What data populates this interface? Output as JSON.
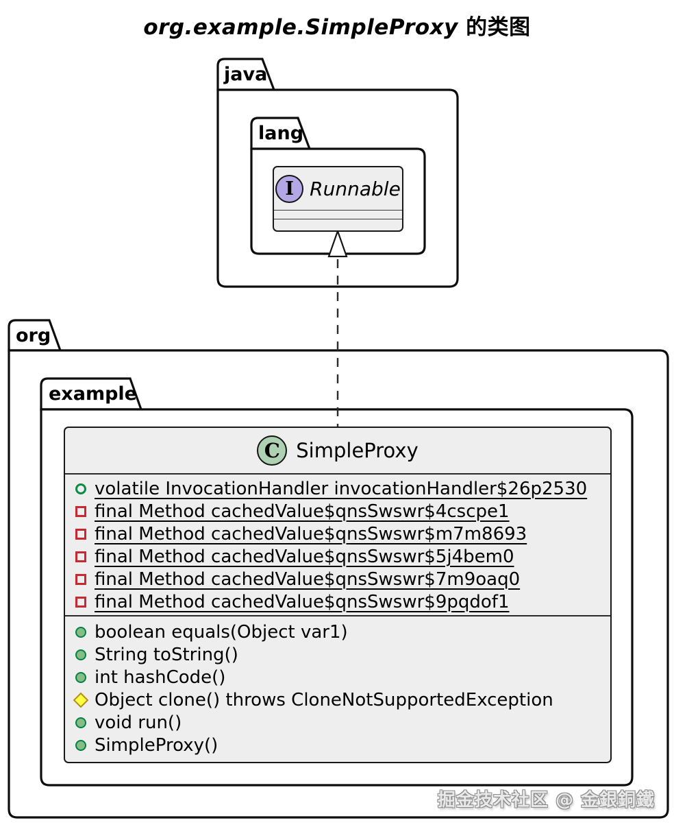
{
  "title": {
    "latin": "org.example.SimpleProxy",
    "suffix": " 的类图"
  },
  "packages": {
    "java": "java",
    "lang": "lang",
    "org": "org",
    "example": "example"
  },
  "interface": {
    "stereotype_letter": "I",
    "stereotype": "interface",
    "name": "Runnable",
    "fields": [],
    "methods": []
  },
  "clazz": {
    "stereotype_letter": "C",
    "stereotype": "class",
    "name": "SimpleProxy",
    "fields": [
      {
        "visibility": "public",
        "modifier": "static",
        "text": "volatile InvocationHandler invocationHandler$26p2530"
      },
      {
        "visibility": "private",
        "modifier": "static",
        "text": "final Method cachedValue$qnsSwswr$4cscpe1"
      },
      {
        "visibility": "private",
        "modifier": "static",
        "text": "final Method cachedValue$qnsSwswr$m7m8693"
      },
      {
        "visibility": "private",
        "modifier": "static",
        "text": "final Method cachedValue$qnsSwswr$5j4bem0"
      },
      {
        "visibility": "private",
        "modifier": "static",
        "text": "final Method cachedValue$qnsSwswr$7m9oaq0"
      },
      {
        "visibility": "private",
        "modifier": "static",
        "text": "final Method cachedValue$qnsSwswr$9pqdof1"
      }
    ],
    "methods": [
      {
        "visibility": "public",
        "text": "boolean equals(Object var1)"
      },
      {
        "visibility": "public",
        "text": "String toString()"
      },
      {
        "visibility": "public",
        "text": "int hashCode()"
      },
      {
        "visibility": "protected",
        "text": "Object clone() throws CloneNotSupportedException"
      },
      {
        "visibility": "public",
        "text": "void run()"
      },
      {
        "visibility": "public",
        "text": "SimpleProxy()"
      }
    ]
  },
  "relationship": {
    "type": "realization",
    "from": "SimpleProxy",
    "to": "Runnable",
    "line_style": "dashed",
    "arrow": "hollow-triangle"
  },
  "watermark": "掘金技术社区 @ 金銀銅鐵",
  "colors": {
    "interface_spot": "#B4A7E5",
    "class_spot": "#ADD1B2",
    "box_fill": "#EEEEEE",
    "public_icon": "#84BE84",
    "public_icon_border": "#038048",
    "private_icon": "#C82930",
    "protected_icon_fill": "#FFFF44",
    "protected_icon_border": "#B38D22",
    "border": "#181818"
  }
}
